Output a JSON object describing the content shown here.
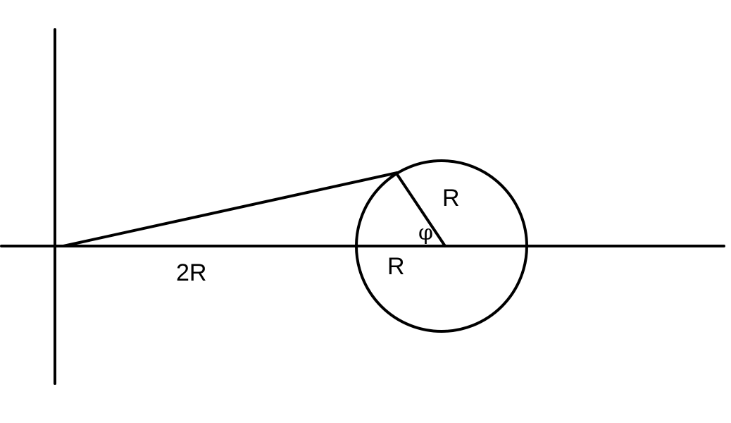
{
  "labels": {
    "distance_to_center": "2R",
    "radius_lower": "R",
    "radius_upper": "R",
    "angle": "φ"
  },
  "colors": {
    "stroke": "#000000",
    "background": "#ffffff"
  }
}
